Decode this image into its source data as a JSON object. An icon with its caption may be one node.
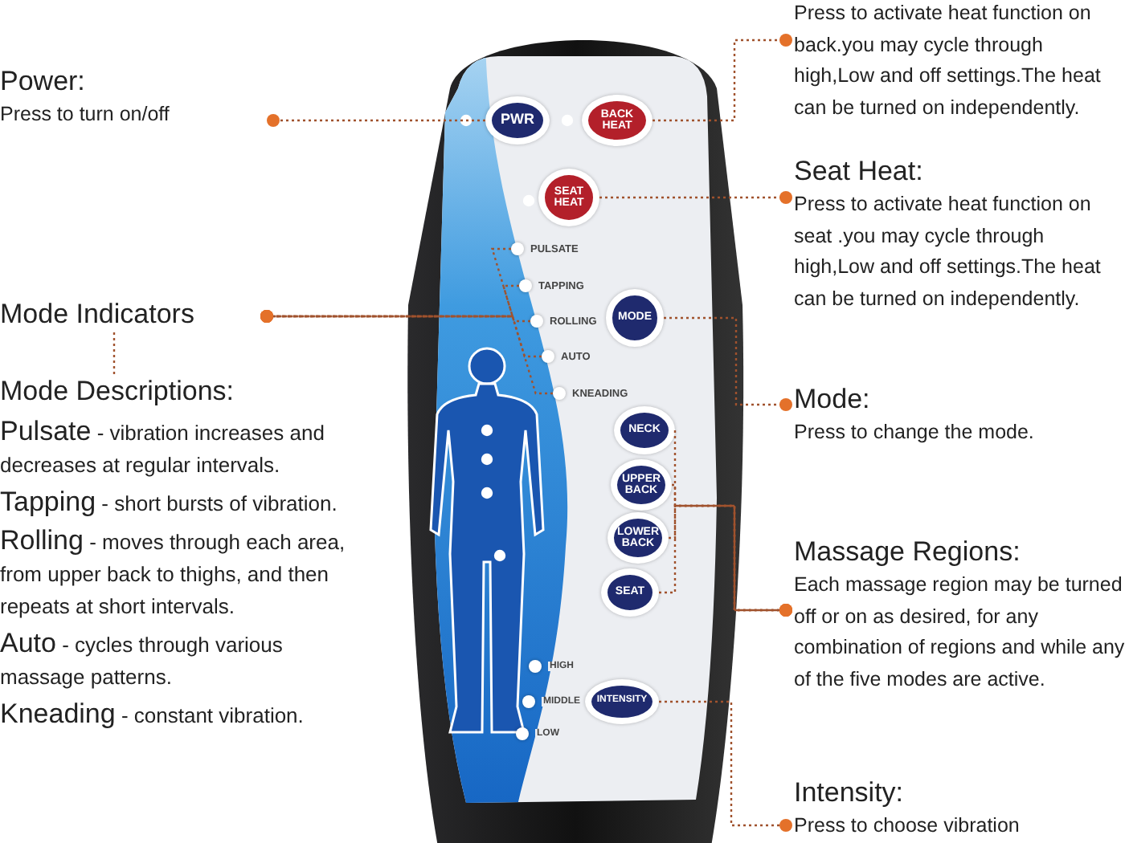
{
  "diagram": {
    "nodes": [
      {
        "text": [
          "Power:",
          "Press to turn on/off"
        ]
      },
      {
        "text": [
          "Mode Indicators"
        ]
      },
      {
        "text": [
          "Mode Descriptions:"
        ]
      },
      {
        "text": [
          "Press to activate heat function on back.you may cycle through high,Low and off settings.The heat can be turned on independently."
        ]
      },
      {
        "text": [
          "Seat Heat:",
          "Press to activate heat function on seat .you may cycle through high,Low and off settings.The heat can be turned on independently."
        ]
      },
      {
        "text": [
          "Mode:",
          "Press to change the mode."
        ]
      },
      {
        "text": [
          "Massage Regions:",
          "Each massage region may be turned off or on as desired, for any combination of regions and while any of the five modes are active."
        ]
      },
      {
        "text": [
          "Intensity:",
          "Press to choose vibration"
        ]
      },
      {
        "text": [],
        "shape": "picture"
      },
      {
        "text": [
          "PWR"
        ],
        "in": 8
      },
      {
        "text": [
          "BACK HEAT"
        ],
        "in": 8
      },
      {
        "text": [
          "SEAT HEAT"
        ],
        "in": 8
      },
      {
        "text": [
          "MODE"
        ],
        "in": 8
      },
      {
        "text": [
          "NECK"
        ],
        "in": 8
      },
      {
        "text": [
          "UPPER BACK"
        ],
        "in": 8
      },
      {
        "text": [
          "LOWER BACK"
        ],
        "in": 8
      },
      {
        "text": [
          "SEAT"
        ],
        "in": 8
      },
      {
        "text": [
          "INTENSITY"
        ],
        "in": 8
      },
      {
        "text": [
          "PULSATE"
        ],
        "in": 8
      },
      {
        "text": [
          "TAPPING"
        ],
        "in": 8
      },
      {
        "text": [
          "ROLLING"
        ],
        "in": 8
      },
      {
        "text": [
          "AUTO"
        ],
        "in": 8
      },
      {
        "text": [
          "KNEADING"
        ],
        "in": 8
      }
    ],
    "edges": [
      {
        "from": 9,
        "to": 0,
        "arrow": "other"
      },
      {
        "from": 10,
        "to": 3,
        "arrow": "other"
      },
      {
        "from": 11,
        "to": 4,
        "arrow": "other"
      },
      {
        "from": 12,
        "to": 5,
        "arrow": "other"
      },
      {
        "from": 13,
        "to": 6,
        "arrow": "other"
      },
      {
        "from": 14,
        "to": 6,
        "arrow": "other"
      },
      {
        "from": 15,
        "to": 6,
        "arrow": "other"
      },
      {
        "from": 16,
        "to": 6,
        "arrow": "other"
      },
      {
        "from": 17,
        "to": 7,
        "arrow": "other"
      },
      {
        "from": 18,
        "to": 1,
        "arrow": "other"
      },
      {
        "from": 19,
        "to": 1,
        "arrow": "other"
      },
      {
        "from": 20,
        "to": 1,
        "arrow": "other"
      },
      {
        "from": 21,
        "to": 1,
        "arrow": "other"
      },
      {
        "from": 22,
        "to": 1,
        "arrow": "other"
      },
      {
        "from": 1,
        "to": 2,
        "arrow": "none"
      }
    ],
    "labels": [
      "**Pulsate** - vibration increases and decreases at regular intervals.",
      "**Tapping** - short bursts of vibration.",
      "**Rolling** -  moves through each area, from upper back to thighs, and then repeats at short intervals.",
      "**Auto** -  cycles through various massage patterns.",
      "**Kneading** - constant vibration.",
      "HIGH",
      "MIDDLE",
      "LOW"
    ]
  }
}
